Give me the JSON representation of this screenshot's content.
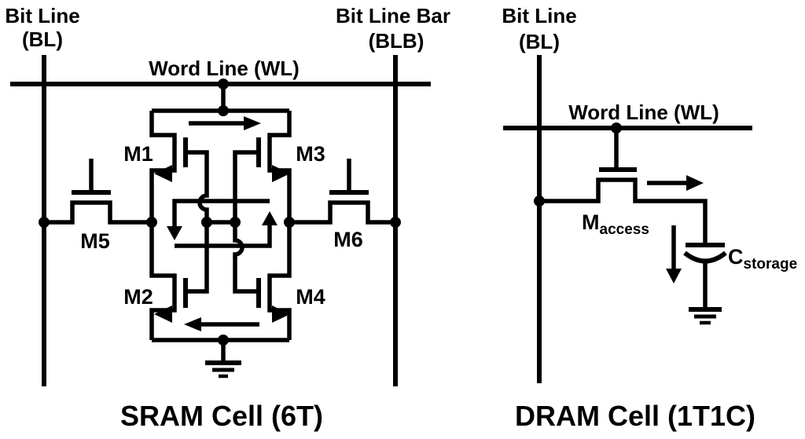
{
  "diagram": {
    "left_panel": {
      "bit_line_label": "Bit Line",
      "bit_line_abbr": "(BL)",
      "bit_line_bar_label": "Bit Line Bar",
      "bit_line_bar_abbr": "(BLB)",
      "word_line_label": "Word Line (WL)",
      "transistors": {
        "m1": "M1",
        "m2": "M2",
        "m3": "M3",
        "m4": "M4",
        "m5": "M5",
        "m6": "M6"
      },
      "caption": "SRAM Cell (6T)"
    },
    "right_panel": {
      "bit_line_label": "Bit Line",
      "bit_line_abbr": "(BL)",
      "word_line_label": "Word Line (WL)",
      "access_transistor": {
        "base": "M",
        "sub": "access"
      },
      "storage_capacitor": {
        "base": "C",
        "sub": "storage"
      },
      "caption": "DRAM Cell (1T1C)"
    },
    "colors": {
      "ink": "#000000",
      "background": "#ffffff"
    }
  }
}
